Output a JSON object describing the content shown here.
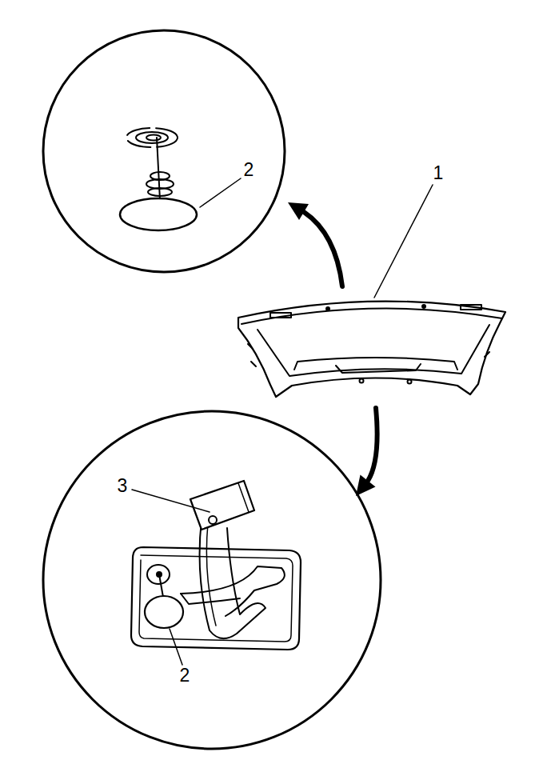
{
  "diagram": {
    "labels": [
      "2",
      "1",
      "3",
      "2"
    ]
  }
}
